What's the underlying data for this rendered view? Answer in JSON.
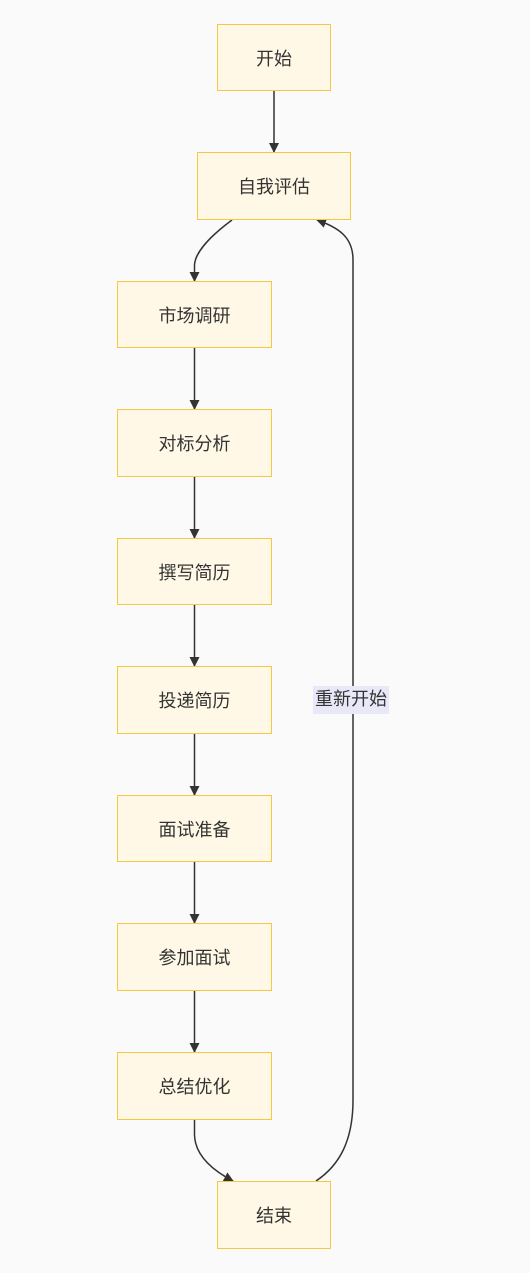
{
  "nodes": {
    "start": "开始",
    "self_eval": "自我评估",
    "market_research": "市场调研",
    "benchmark": "对标分析",
    "write_resume": "撰写简历",
    "submit_resume": "投递简历",
    "interview_prep": "面试准备",
    "attend_interview": "参加面试",
    "summarize": "总结优化",
    "end": "结束"
  },
  "edges": {
    "restart_label": "重新开始"
  },
  "colors": {
    "node_fill": "#fff8e6",
    "node_border": "#f5c842",
    "edge": "#333333",
    "label_bg": "#e8e8f8",
    "background": "#fafafa"
  }
}
